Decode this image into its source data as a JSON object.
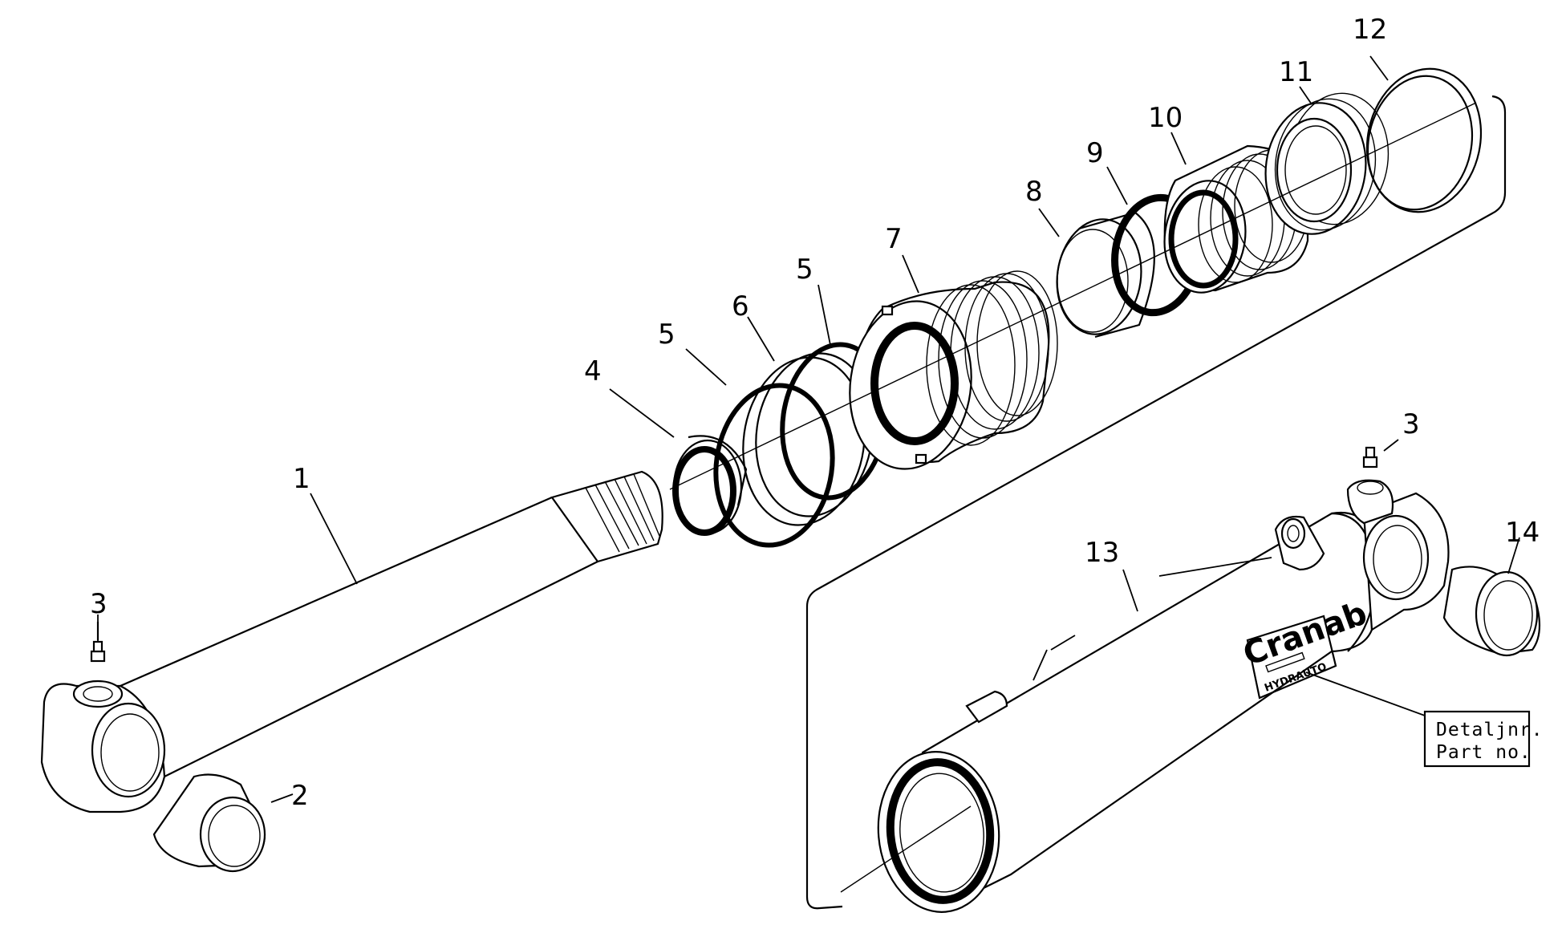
{
  "callouts": {
    "p1": "1",
    "p2": "2",
    "p3a": "3",
    "p3b": "3",
    "p4": "4",
    "p5a": "5",
    "p5b": "5",
    "p6": "6",
    "p7": "7",
    "p8": "8",
    "p9": "9",
    "p10": "10",
    "p11": "11",
    "p12": "12",
    "p13": "13",
    "p14": "14"
  },
  "cylinder_brand": {
    "name": "Cranab",
    "sub": "HYDRAUTO"
  },
  "part_number_box": {
    "line1": "Detaljnr.",
    "line2": "Part no."
  }
}
